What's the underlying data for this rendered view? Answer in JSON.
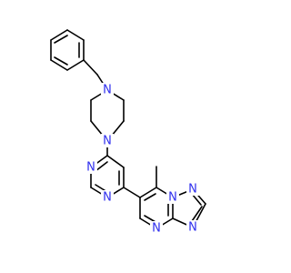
{
  "molecule": {
    "atom_color_nitrogen": "#2f2fee",
    "atom_color_carbon": "#000000",
    "background": "#ffffff",
    "labels": {
      "piperazine_n_top": "N",
      "piperazine_n_bottom": "N",
      "pyrimidine_n_upper": "N",
      "pyrimidine_n_lower": "N",
      "triazolo_n_bridge": "N",
      "triazole_n_top": "N",
      "triazole_n_bottom": "N",
      "pyrimidine_fused_n": "N"
    }
  }
}
